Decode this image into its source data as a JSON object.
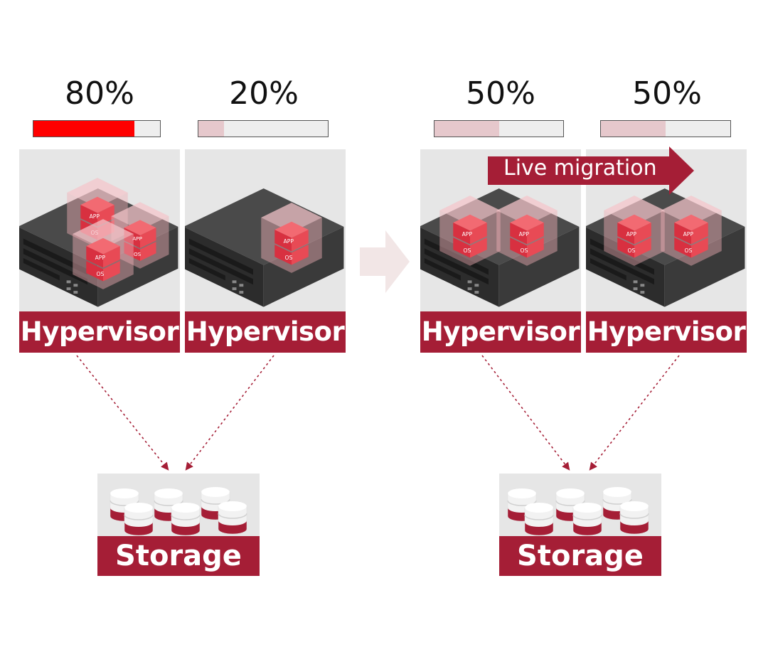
{
  "before": {
    "hosts": [
      {
        "usage_label": "80%",
        "usage": 0.8,
        "bar_color": "#ff0000",
        "hypervisor_label": "Hypervisor",
        "vm_count": 3
      },
      {
        "usage_label": "20%",
        "usage": 0.2,
        "bar_color": "#e6c8cc",
        "hypervisor_label": "Hypervisor",
        "vm_count": 1
      }
    ],
    "storage_label": "Storage"
  },
  "after": {
    "hosts": [
      {
        "usage_label": "50%",
        "usage": 0.5,
        "bar_color": "#e6c8cc",
        "hypervisor_label": "Hypervisor",
        "vm_count": 2
      },
      {
        "usage_label": "50%",
        "usage": 0.5,
        "bar_color": "#e6c8cc",
        "hypervisor_label": "Hypervisor",
        "vm_count": 2
      }
    ],
    "migration_label": "Live migration",
    "storage_label": "Storage"
  },
  "vm_text": {
    "app": "APP",
    "os": "OS"
  },
  "colors": {
    "brand": "#a51e36",
    "panel": "#e6e6e6",
    "connector": "#a51e36",
    "transition_arrow": "#f2e6e6"
  },
  "icons": [
    "server-icon",
    "vm-stack-icon",
    "database-icon",
    "arrow-right-icon"
  ]
}
